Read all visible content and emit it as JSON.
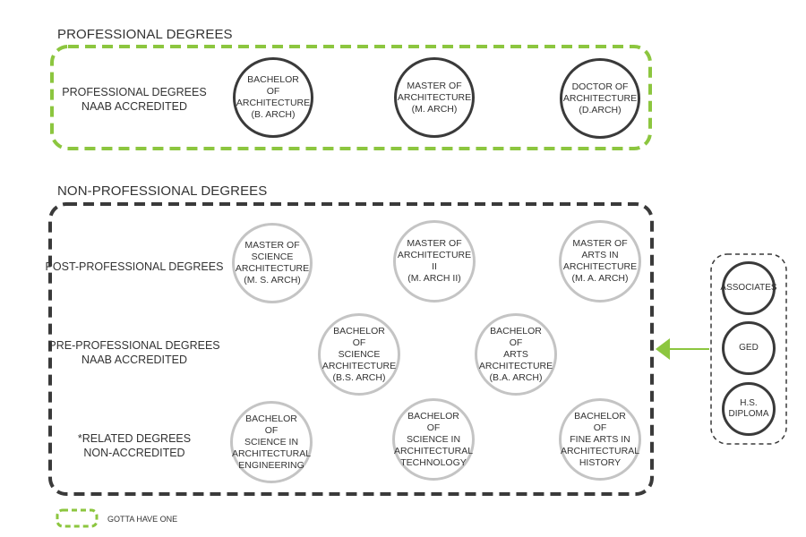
{
  "professional": {
    "section_title": "PROFESSIONAL DEGREES",
    "row_label": [
      "PROFESSIONAL DEGREES",
      "NAAB ACCREDITED"
    ],
    "degrees": [
      [
        "BACHELOR OF",
        "ARCHITECTURE",
        "(B. ARCH)"
      ],
      [
        "MASTER OF",
        "ARCHITECTURE",
        "(M. ARCH)"
      ],
      [
        "DOCTOR OF",
        "ARCHITECTURE",
        "(D.ARCH)"
      ]
    ]
  },
  "non_professional": {
    "section_title": "NON-PROFESSIONAL DEGREES",
    "post_professional": {
      "row_label": [
        "POST-PROFESSIONAL DEGREES"
      ],
      "degrees": [
        [
          "MASTER OF",
          "SCIENCE",
          "ARCHITECTURE",
          "(M. S. ARCH)"
        ],
        [
          "MASTER OF",
          "ARCHITECTURE II",
          "(M. ARCH II)"
        ],
        [
          "MASTER OF ARTS IN",
          "ARCHITECTURE",
          "(M. A. ARCH)"
        ]
      ]
    },
    "pre_professional": {
      "row_label": [
        "PRE-PROFESSIONAL DEGREES",
        "NAAB ACCREDITED"
      ],
      "degrees": [
        [
          "BACHELOR OF",
          "SCIENCE",
          "ARCHITECTURE",
          "(B.S. ARCH)"
        ],
        [
          "BACHELOR OF",
          "ARTS",
          "ARCHITECTURE",
          "(B.A. ARCH)"
        ]
      ]
    },
    "related": {
      "row_label": [
        "*RELATED DEGREES",
        "NON-ACCREDITED"
      ],
      "degrees": [
        [
          "BACHELOR OF",
          "SCIENCE IN",
          "ARCHITECTURAL",
          "ENGINEERING"
        ],
        [
          "BACHELOR OF",
          "SCIENCE IN",
          "ARCHITECTURAL",
          "TECHNOLOGY"
        ],
        [
          "BACHELOR OF",
          "FINE ARTS IN",
          "ARCHITECTURAL",
          "HISTORY"
        ]
      ]
    }
  },
  "prerequisites": [
    [
      "ASSOCIATES"
    ],
    [
      "GED"
    ],
    [
      "H.S.",
      "DIPLOMA"
    ]
  ],
  "legend": {
    "label": "GOTTA HAVE ONE"
  },
  "colors": {
    "accent_green": "#8cc63f",
    "dark_border": "#3a3a3a",
    "light_border": "#c4c4c4",
    "text": "#333333"
  },
  "icons": {
    "arrow": "arrow-left-icon"
  }
}
